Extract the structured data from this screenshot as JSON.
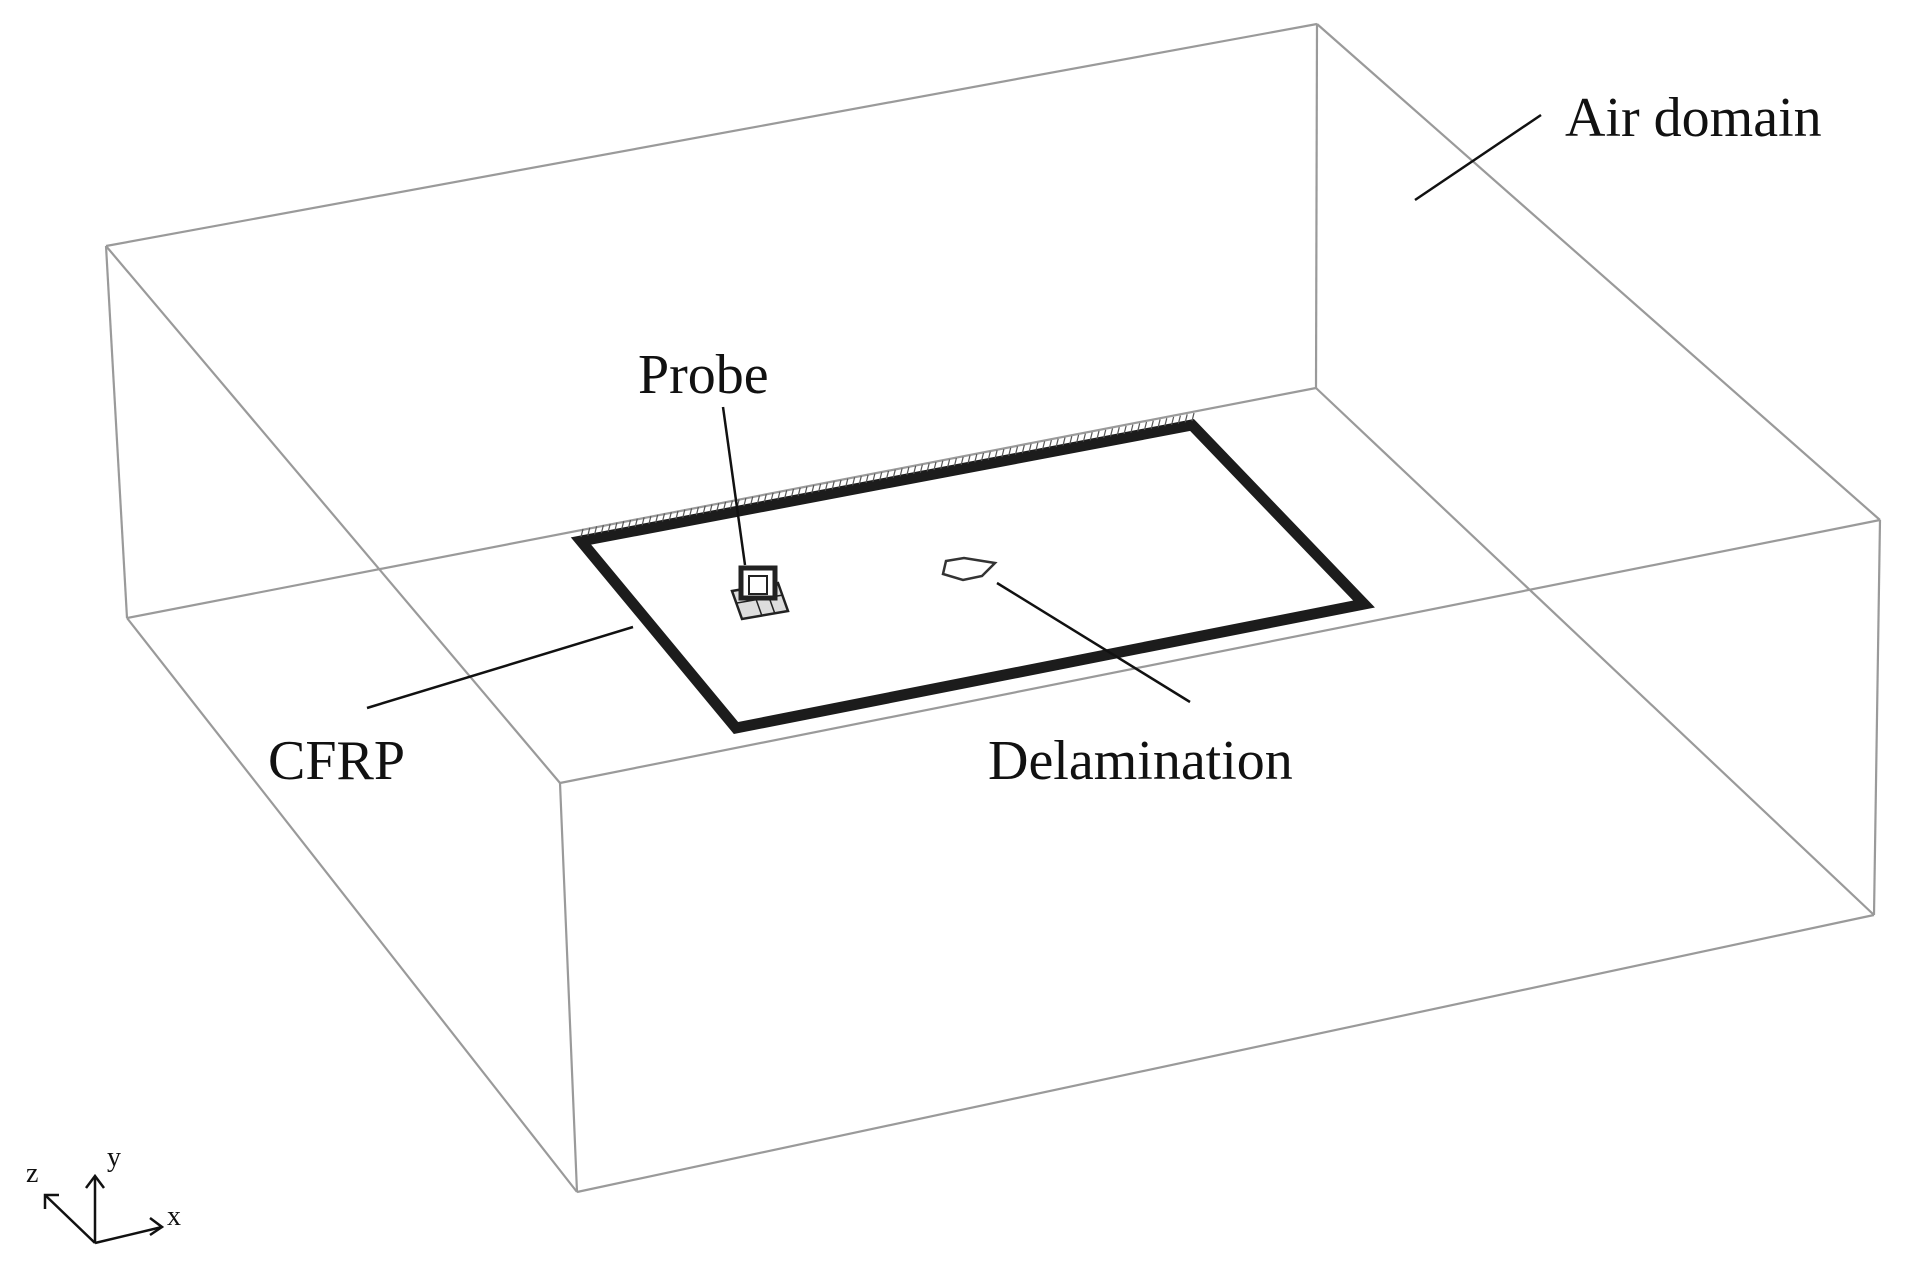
{
  "labels": {
    "air_domain": "Air domain",
    "probe": "Probe",
    "cfrp": "CFRP",
    "delamination": "Delamination"
  },
  "axes": {
    "x": "x",
    "y": "y",
    "z": "z"
  },
  "colors": {
    "background": "#ffffff",
    "domain_edges": "#9a9a9a",
    "cfrp_frame": "#1c1c1c",
    "leader_lines": "#111111",
    "text": "#111111"
  }
}
